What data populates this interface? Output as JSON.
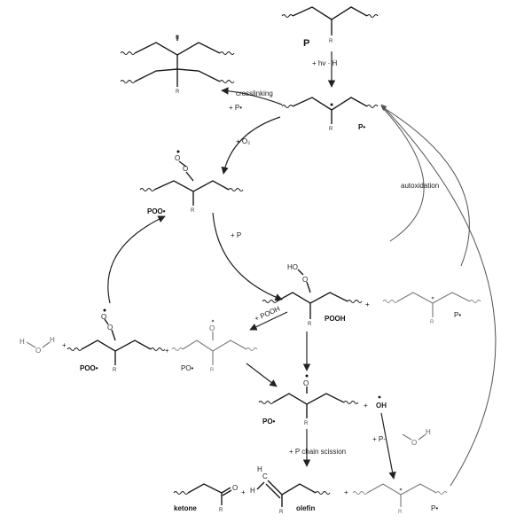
{
  "labels": {
    "P": "P",
    "p_radical_main": "P•",
    "p_radical_right": "P•",
    "p_radical_bottom": "P•",
    "poo_top": "POO•",
    "poo_left": "POO•",
    "pooh": "POOH",
    "po_left": "PO•",
    "po_center": "PO•",
    "ketone": "ketone",
    "olefin": "olefin"
  },
  "reactions": {
    "initiation": "+ hv · Ḣ",
    "crosslinking": "crosslinking",
    "plus_p_radical": "+ P•",
    "plus_o2": "+ O₂",
    "plus_p": "+ P",
    "autoxidation": "autoxidation",
    "plus_pooh": "+ POOH",
    "chain_scission": "+ P chain scission",
    "plus_p_minus": "+ P-",
    "plus": "+"
  },
  "atoms": {
    "R": "R",
    "O": "O",
    "H": "H",
    "OH": "OH",
    "HO": "HO",
    "C": "C"
  },
  "colors": {
    "ink": "#1a1a1a",
    "gray": "#777777",
    "background": "#ffffff"
  }
}
